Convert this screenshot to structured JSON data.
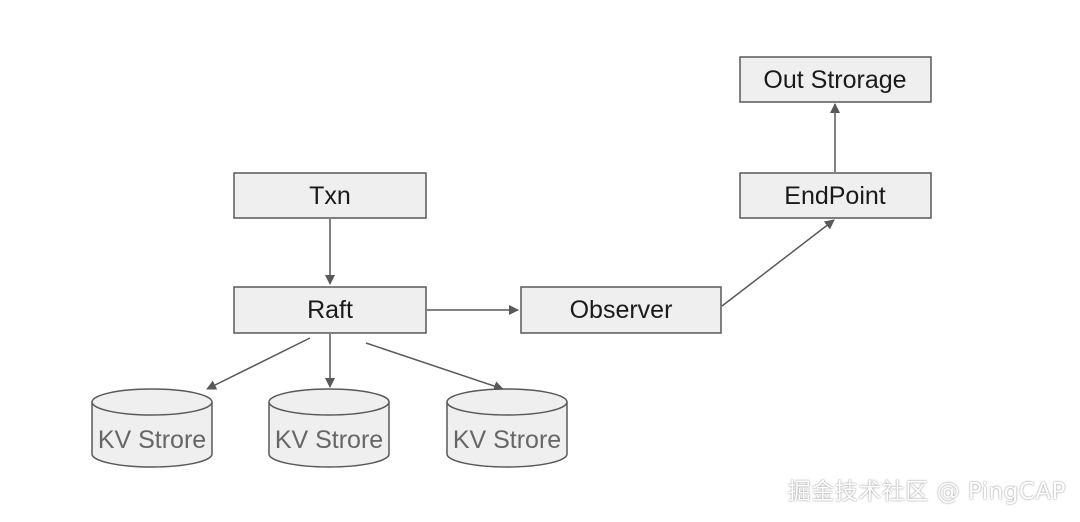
{
  "nodes": {
    "txn": "Txn",
    "raft": "Raft",
    "observer": "Observer",
    "endpoint": "EndPoint",
    "out_storage": "Out Strorage",
    "kv_stores": [
      "KV Strore",
      "KV Strore",
      "KV Strore"
    ]
  },
  "watermark": "掘金技术社区 @ PingCAP",
  "colors": {
    "box_fill": "#efefef",
    "stroke": "#595959",
    "text": "#1a1a1a",
    "store_text": "#666666"
  }
}
